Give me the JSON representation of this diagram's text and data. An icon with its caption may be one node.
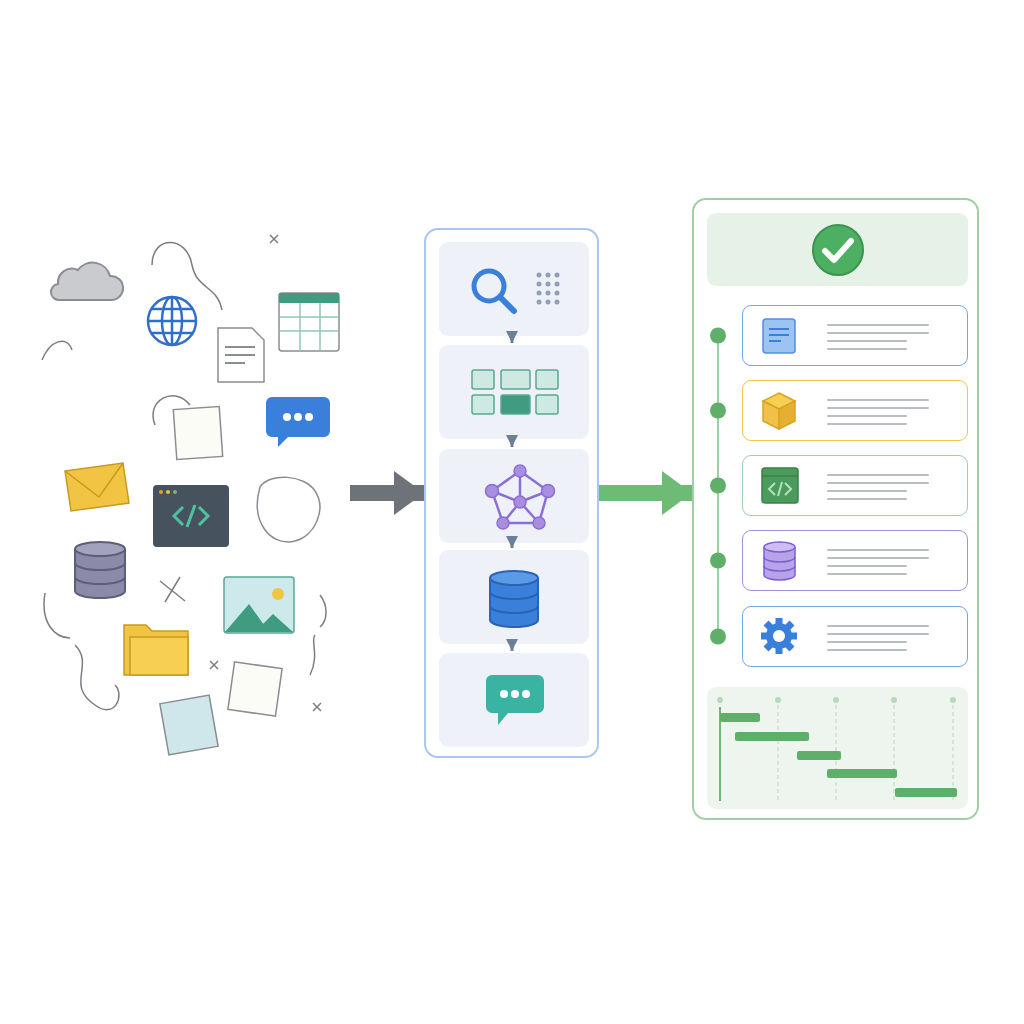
{
  "diagram": {
    "nodes": [
      {
        "text": [],
        "shape": "picture"
      },
      {
        "text": [],
        "shape": "box"
      },
      {
        "text": [],
        "shape": "box",
        "in": 1
      },
      {
        "text": [],
        "shape": "box",
        "in": 1
      },
      {
        "text": [],
        "shape": "box",
        "in": 1
      },
      {
        "text": [],
        "shape": "box",
        "in": 1
      },
      {
        "text": [],
        "shape": "box",
        "in": 1
      },
      {
        "text": [],
        "shape": "box"
      },
      {
        "text": [],
        "shape": "box",
        "in": 7
      },
      {
        "text": [],
        "shape": "box",
        "in": 7
      },
      {
        "text": [],
        "shape": "box",
        "in": 7
      },
      {
        "text": [],
        "shape": "box",
        "in": 7
      },
      {
        "text": [],
        "shape": "box",
        "in": 7
      },
      {
        "text": [],
        "shape": "box",
        "in": 7
      },
      {
        "text": [],
        "shape": "box",
        "in": 7
      }
    ],
    "edges": [
      {
        "from": 0,
        "to": 1,
        "arrow": "to",
        "style": "thick",
        "color": "#6e7279"
      },
      {
        "from": 1,
        "to": 7,
        "arrow": "to",
        "style": "thick",
        "color": "#6dbb75"
      },
      {
        "from": 2,
        "to": 3,
        "arrow": "to"
      },
      {
        "from": 3,
        "to": 4,
        "arrow": "to"
      },
      {
        "from": 4,
        "to": 5,
        "arrow": "to"
      },
      {
        "from": 5,
        "to": 6,
        "arrow": "to"
      }
    ]
  }
}
